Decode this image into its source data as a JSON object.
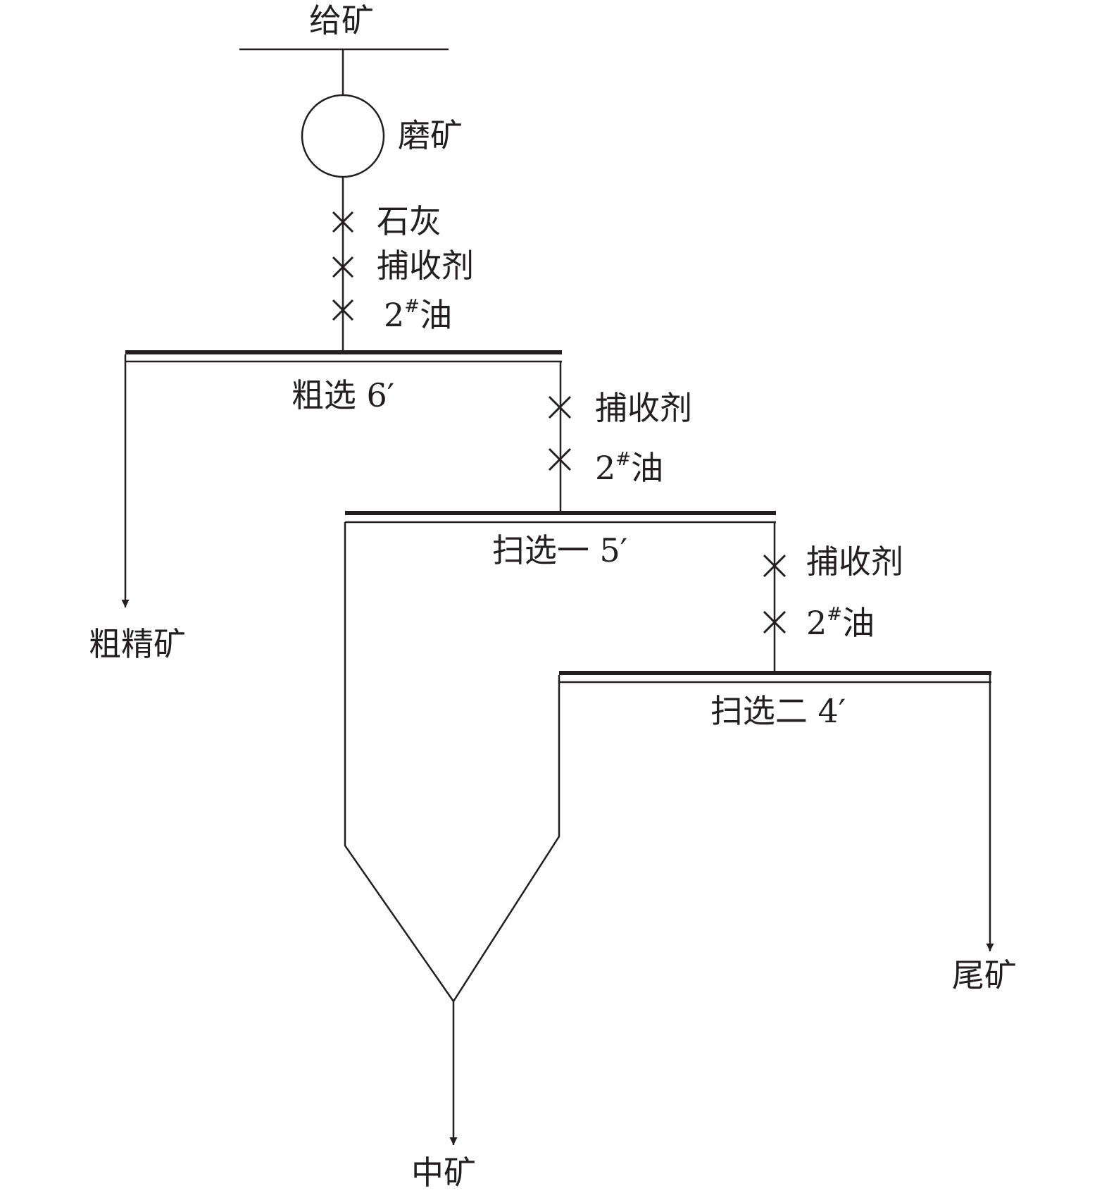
{
  "diagram": {
    "feed": "给矿",
    "grinding": "磨矿",
    "reagents_rougher": [
      "石灰",
      "捕收剂",
      "2#油"
    ],
    "rougher": "粗选 6′",
    "reagents_scav1": [
      "捕收剂",
      "2#油"
    ],
    "scavenger1": "扫选一 5′",
    "reagents_scav2": [
      "捕收剂",
      "2#油"
    ],
    "scavenger2": "扫选二 4′",
    "rough_concentrate": "粗精矿",
    "middlings": "中矿",
    "tailings": "尾矿",
    "oil_number": "2",
    "oil_sup": "#",
    "oil_name": "油",
    "line_color": "#231f20"
  }
}
